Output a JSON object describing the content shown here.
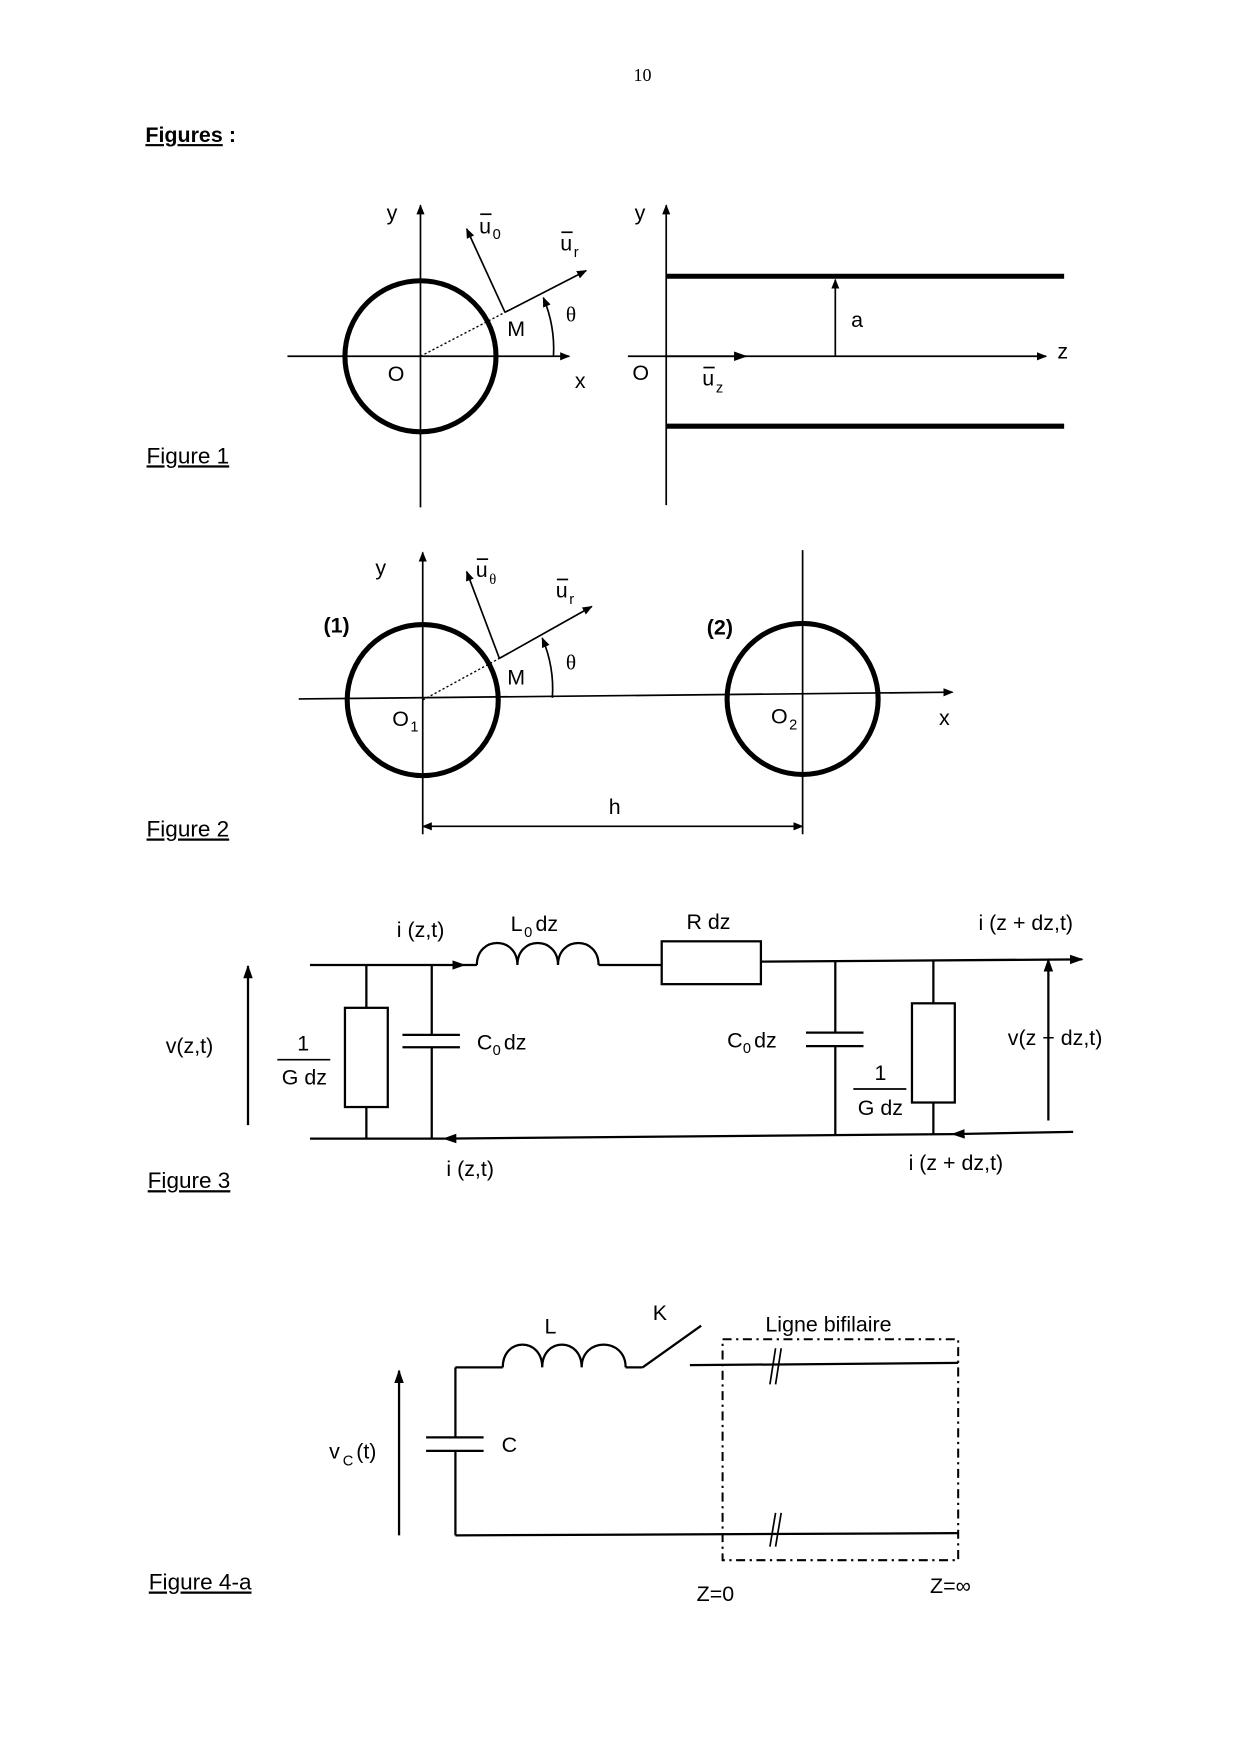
{
  "page": {
    "page_number": "10",
    "section_title": "Figures",
    "section_title_suffix": " :"
  },
  "figure1": {
    "caption": "Figure 1",
    "left": {
      "axis_y": "y",
      "axis_x": "x",
      "origin": "O",
      "point": "M",
      "angle": "θ",
      "vec_theta": "u",
      "vec_theta_sub": "0",
      "vec_r": "u",
      "vec_r_sub": "r"
    },
    "right": {
      "axis_y": "y",
      "axis_z": "z",
      "origin": "O",
      "radius": "a",
      "vec_z": "u",
      "vec_z_sub": "z"
    }
  },
  "figure2": {
    "caption": "Figure 2",
    "axis_y": "y",
    "axis_x": "x",
    "conductor1": "(1)",
    "conductor2": "(2)",
    "origin1": "O",
    "origin1_sub": "1",
    "origin2": "O",
    "origin2_sub": "2",
    "point": "M",
    "angle": "θ",
    "vec_theta": "u",
    "vec_theta_sub": "θ",
    "vec_r": "u",
    "vec_r_sub": "r",
    "distance": "h"
  },
  "figure3": {
    "caption": "Figure 3",
    "i_in_top": "i (z,t)",
    "i_in_bottom": "i (z,t)",
    "i_out_top": "i (z + dz,t)",
    "i_out_bottom": "i (z + dz,t)",
    "v_in": "v(z,t)",
    "v_out": "v(z + dz,t)",
    "inductor": "L",
    "inductor_sub": "0",
    "inductor_suffix": " dz",
    "resistor": "R dz",
    "cap_left": "C",
    "cap_left_sub": "0",
    "cap_left_suffix": " dz",
    "cap_right": "C",
    "cap_right_sub": "0",
    "cap_right_suffix": " dz",
    "conductance_num": "1",
    "conductance_den": "G dz",
    "conductance_num_right": "1",
    "conductance_den_right": "G dz"
  },
  "figure4a": {
    "caption": "Figure 4-a",
    "voltage": "v",
    "voltage_sub": "C",
    "voltage_suffix": "(t)",
    "capacitor": "C",
    "inductor": "L",
    "switch": "K",
    "line_label": "Ligne bifilaire",
    "z_start": "Z=0",
    "z_end": "Z=∞"
  }
}
